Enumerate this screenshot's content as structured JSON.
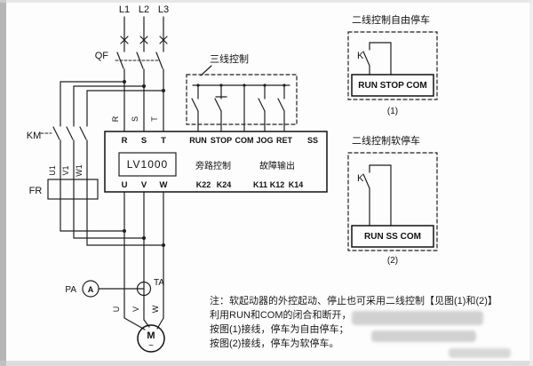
{
  "colors": {
    "wire": "#1f1f1f",
    "watermark": "#909090"
  },
  "supply": {
    "phases": [
      "L1",
      "L2",
      "L3"
    ],
    "breaker": "QF"
  },
  "bypass": {
    "contactor": "KM",
    "terminals": [
      "U1",
      "V1",
      "W1"
    ],
    "relay": "FR"
  },
  "meter": {
    "ammeter_label": "PA",
    "ammeter_symbol": "A",
    "ct_label": "TA"
  },
  "motor": {
    "symbol": "M",
    "wave": "~",
    "phases": [
      "U",
      "V",
      "W"
    ]
  },
  "starter": {
    "model": "LV1000",
    "input_terminals": [
      "R",
      "S",
      "T"
    ],
    "control_terminals": [
      "RUN",
      "STOP",
      "COM",
      "JOG",
      "RET",
      "SS"
    ],
    "output_terminals": [
      "U",
      "V",
      "W"
    ],
    "bypass_terminals": [
      "K22",
      "K24"
    ],
    "fault_terminals": [
      "K11",
      "K12",
      "K14"
    ],
    "bypass_label": "旁路控制",
    "fault_label": "故障输出",
    "three_wire_label": "三线控制"
  },
  "panels": [
    {
      "title": "二线控制自由停车",
      "relay": "K",
      "terminals": "RUN STOP COM",
      "caption": "(1)"
    },
    {
      "title": "二线控制软停车",
      "relay": "K",
      "terminals": "RUN SS COM",
      "caption": "(2)"
    }
  ],
  "note": {
    "line1": "注：软起动器的外控起动、停止也可采用二线控制【见图(1)和(2)】",
    "line2": "利用RUN和COM的闭合和断开，",
    "line3": "按图(1)接线，停车为自由停车；",
    "line4": "按图(2)接线，停车为软停车。"
  }
}
